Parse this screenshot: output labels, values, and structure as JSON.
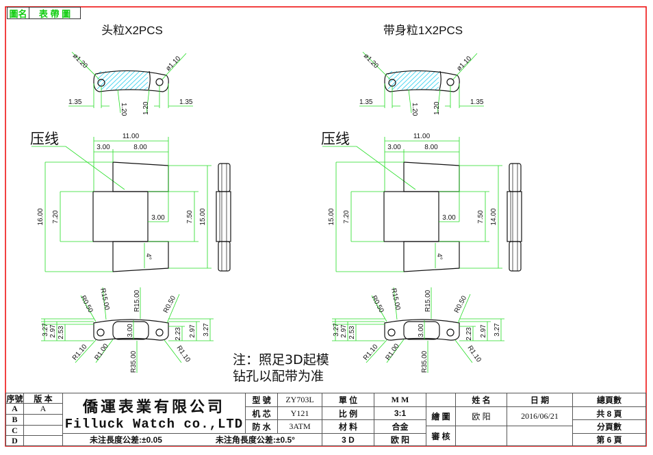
{
  "header": {
    "label": "圖名",
    "value": "表 帶 圖"
  },
  "views": [
    {
      "title": "头粒X2PCS",
      "press_line": "压线",
      "top": {
        "dia_left": "ø1.20",
        "dia_right": "ø1.10",
        "d1": "1.35",
        "d2": "1.20",
        "d3": "1.20",
        "d4": "1.35"
      },
      "front": {
        "w_total": "11.00",
        "w_a": "3.00",
        "w_b": "8.00",
        "h_outer": "16.00",
        "h_mid": "7.20",
        "w_step": "3.00",
        "h_mid_r": "7.50",
        "h_r": "15.00",
        "angle": "4°"
      },
      "bottom": {
        "r050_l": "R0.50",
        "r15_l": "R15.00",
        "r15_r": "R15.00",
        "r050_r": "R0.50",
        "h327_l": "3.27",
        "h297_l": "2.97",
        "h253": "2.53",
        "slot": "3.00",
        "h223": "2.23",
        "h297_r": "2.97",
        "h327_r": "3.27",
        "r110_l": "R1.10",
        "r100": "R1.00",
        "r35": "R35.00",
        "r110_r": "R1.10"
      }
    },
    {
      "title": "带身粒1X2PCS",
      "press_line": "压线",
      "top": {
        "dia_left": "ø1.20",
        "dia_right": "ø1.10",
        "d1": "1.35",
        "d2": "1.20",
        "d3": "1.20",
        "d4": "1.35"
      },
      "front": {
        "w_total": "11.00",
        "w_a": "3.00",
        "w_b": "8.00",
        "h_outer": "15.00",
        "h_mid": "7.20",
        "w_step": "3.00",
        "h_mid_r": "7.50",
        "h_r": "14.00",
        "angle": "4°"
      },
      "bottom": {
        "r050_l": "R0.50",
        "r15_l": "R15.00",
        "r15_r": "R15.00",
        "r050_r": "R0.50",
        "h327_l": "3.27",
        "h297_l": "2.97",
        "h253": "2.53",
        "slot": "3.00",
        "h223": "2.23",
        "h297_r": "2.97",
        "h327_r": "3.27",
        "r110_l": "R1.10",
        "r100": "R1.00",
        "r35": "R35.00",
        "r110_r": "R1.10"
      }
    }
  ],
  "note": {
    "line1": "注：照足3D起模",
    "line2": "钻孔以配带为准"
  },
  "title_block": {
    "rev_header": "序號",
    "ver_header": "版  本",
    "revs": [
      "A",
      "B",
      "C",
      "D"
    ],
    "rev_a_version": "A",
    "company_cn": "僑運表業有限公司",
    "company_en": "Filluck Watch co.,LTD",
    "tol_length": "未注長度公差:±0.05",
    "tol_angle": "未注角長度公差:±0.5°",
    "model_label": "型 號",
    "model": "ZY703L",
    "movement_label": "机 芯",
    "movement": "Y121",
    "water_label": "防 水",
    "water": "3ATM",
    "unit_label": "單 位",
    "unit": "M M",
    "scale_label": "比 例",
    "scale": "3:1",
    "material_label": "材 料",
    "material": "合金",
    "three_d_label": "3 D",
    "three_d": "欧 阳",
    "name_label": "姓  名",
    "date_label": "日 期",
    "drawn_label": "繪 圖",
    "drawn_by": "欧 阳",
    "drawn_date": "2016/06/21",
    "check_label": "審 核",
    "total_pages_label": "總頁數",
    "total_pages": "共 8 頁",
    "page_label": "分頁數",
    "page": "第 6 頁"
  }
}
